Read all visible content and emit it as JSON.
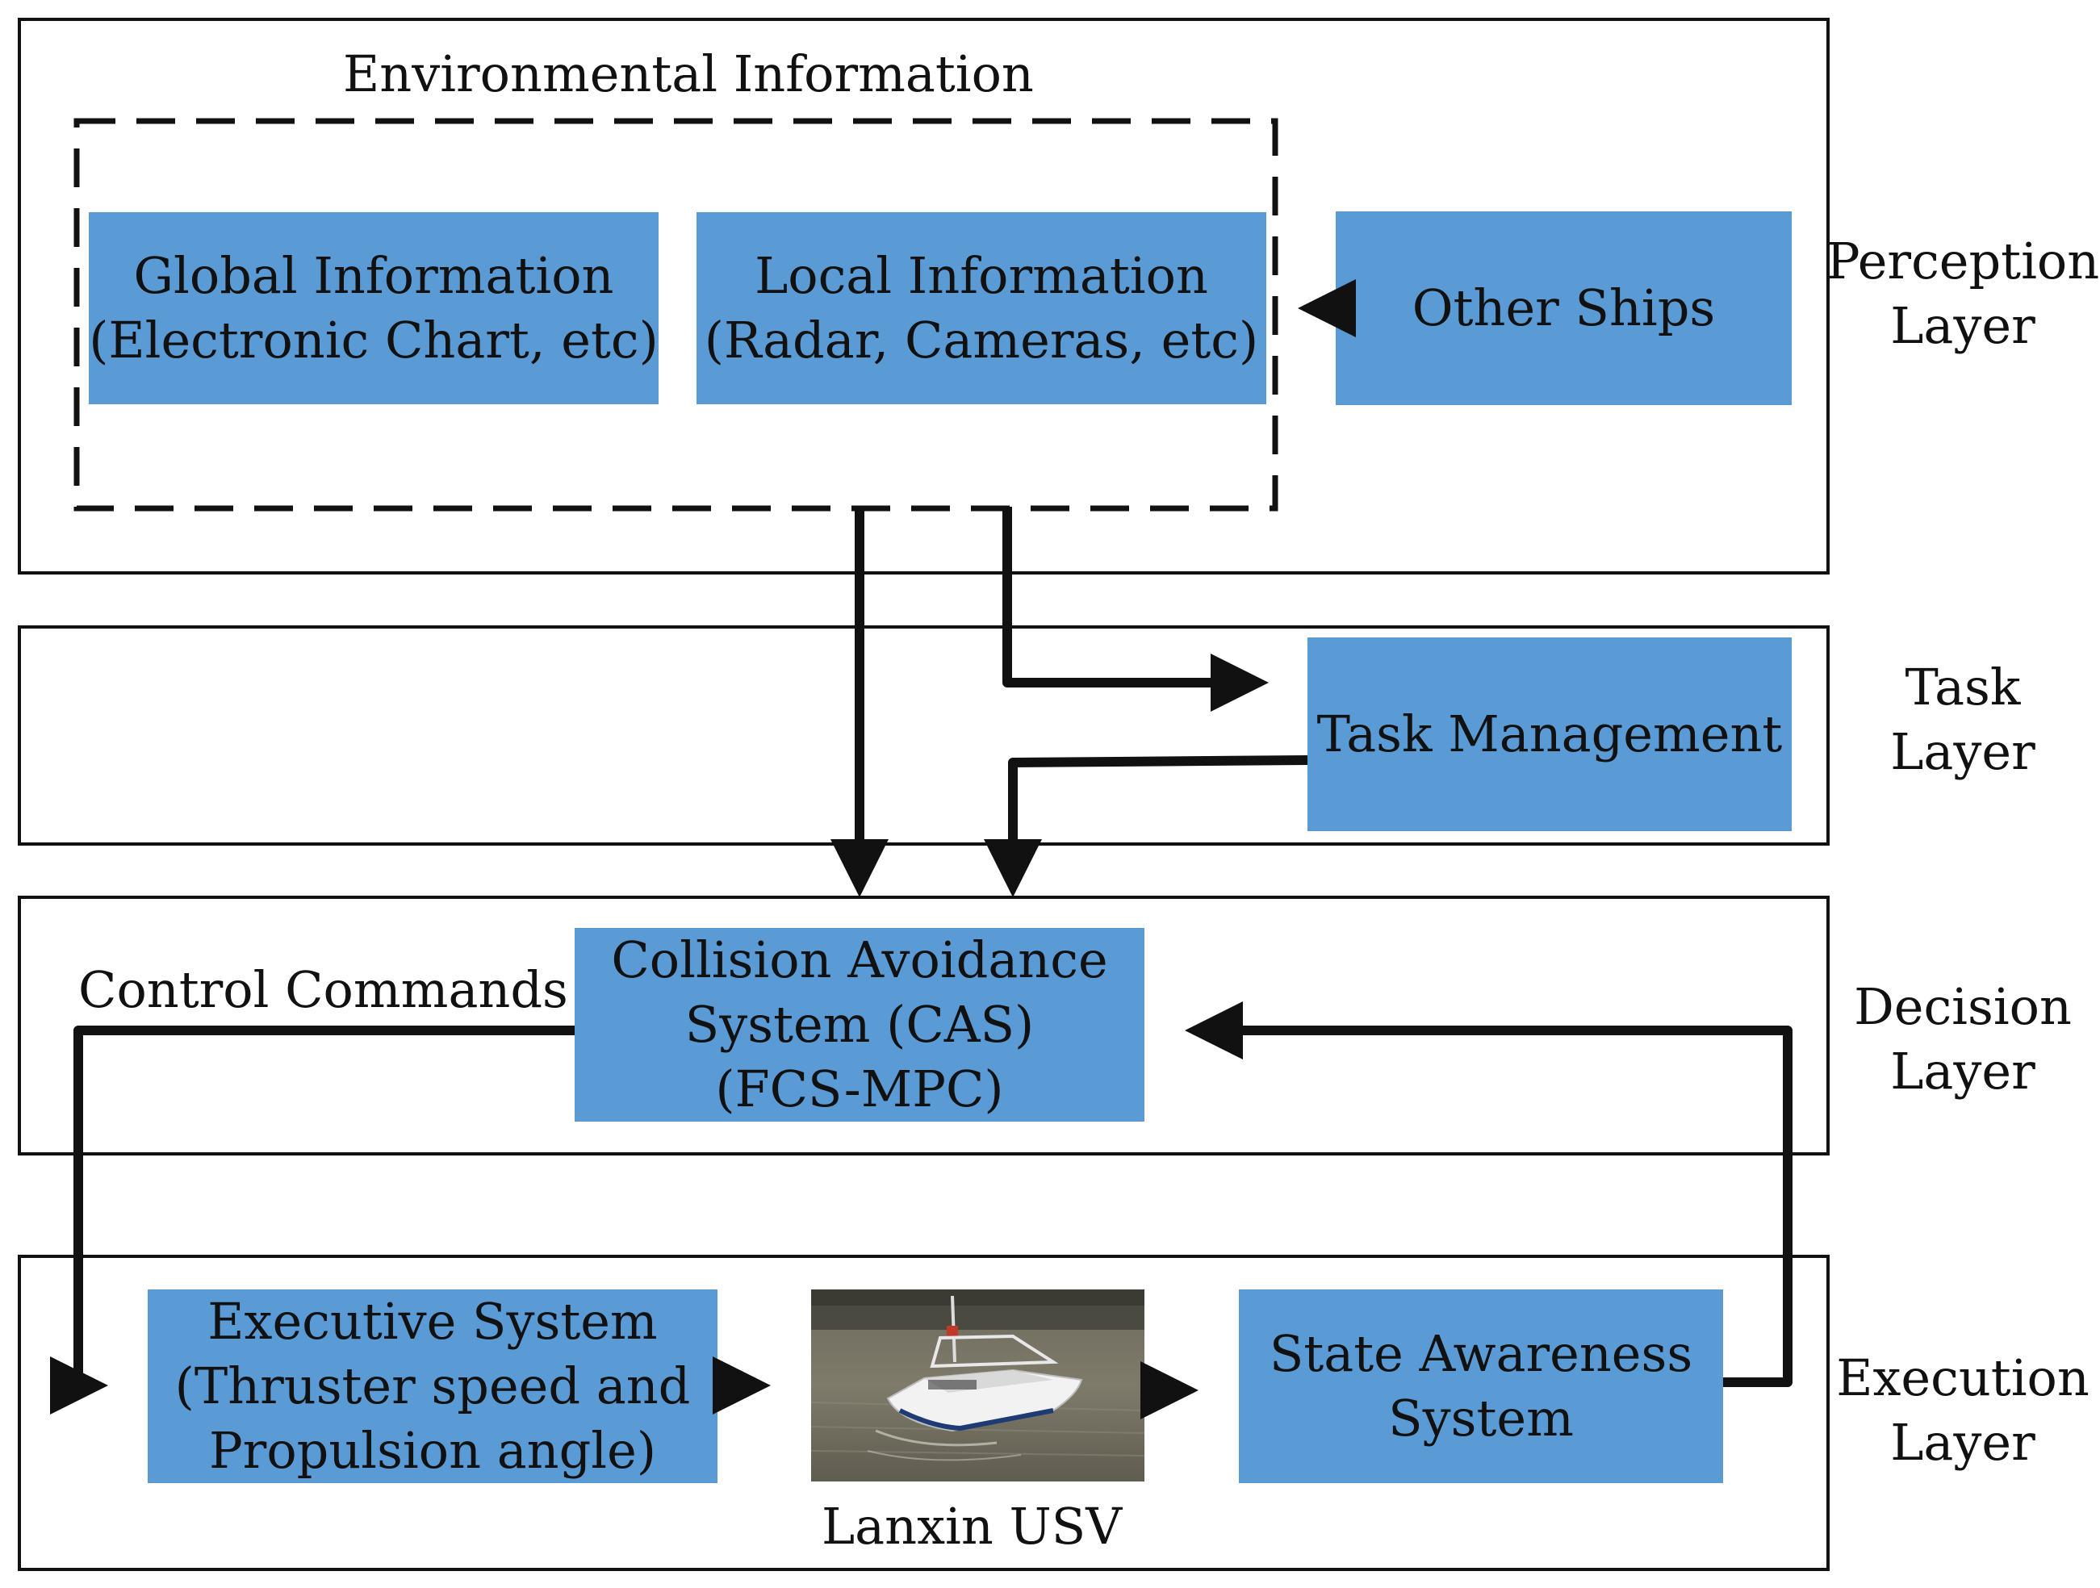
{
  "environmental_info": {
    "title": "Environmental Information"
  },
  "boxes": {
    "global_info": {
      "line1": "Global Information",
      "line2": "(Electronic Chart, etc)"
    },
    "local_info": {
      "line1": "Local Information",
      "line2": "(Radar, Cameras, etc)"
    },
    "other_ships": {
      "line1": "Other Ships"
    },
    "task_management": {
      "line1": "Task Management"
    },
    "cas": {
      "line1": "Collision Avoidance",
      "line2": "System (CAS)",
      "line3": "(FCS-MPC)"
    },
    "executive_system": {
      "line1": "Executive System",
      "line2": "(Thruster speed and",
      "line3": "Propulsion angle)"
    },
    "state_awareness": {
      "line1": "State Awareness",
      "line2": "System"
    }
  },
  "labels": {
    "control_commands": "Control Commands",
    "usv_name": "Lanxin USV"
  },
  "layers": [
    {
      "line1": "Perception",
      "line2": "Layer"
    },
    {
      "line1": "Task",
      "line2": "Layer"
    },
    {
      "line1": "Decision",
      "line2": "Layer"
    },
    {
      "line1": "Execution",
      "line2": "Layer"
    }
  ],
  "colors": {
    "box_fill": "#5b9bd5",
    "stroke": "#111111"
  }
}
